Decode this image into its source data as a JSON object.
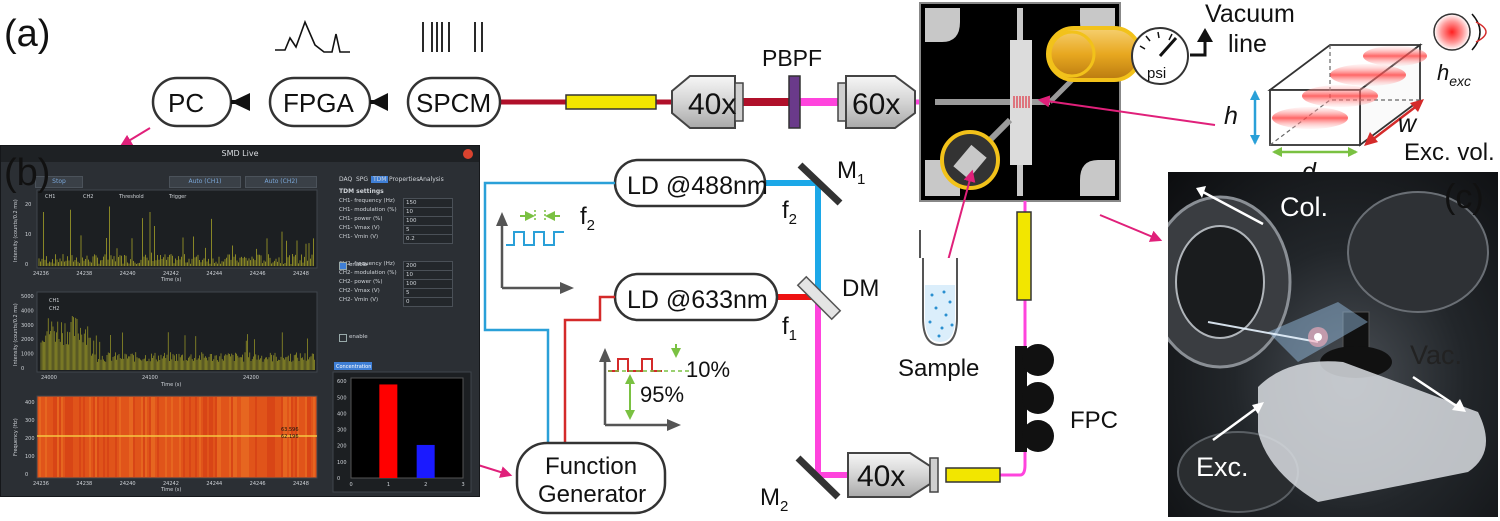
{
  "labels": {
    "panel_a": "(a)",
    "panel_b": "(b)",
    "panel_c": "(c)",
    "pc": "PC",
    "fpga": "FPGA",
    "spcm": "SPCM",
    "obj_40x_top": "40x",
    "pbpf": "PBPF",
    "obj_60x": "60x",
    "vacuum": "Vacuum",
    "line": "line",
    "psi": "psi",
    "h_exc": "h",
    "h_exc_sub": "exc",
    "h": "h",
    "d": "d",
    "w": "w",
    "exc_vol": "Exc. vol.",
    "ld488": "LD @488nm",
    "ld633": "LD @633nm",
    "m1": "M",
    "m1_sub": "1",
    "m2": "M",
    "m2_sub": "2",
    "f2_laser": "f",
    "f2_laser_sub": "2",
    "f1_laser": "f",
    "f1_laser_sub": "1",
    "f2_wave": "f",
    "f2_wave_sub": "2",
    "dm": "DM",
    "pct10": "10%",
    "pct95": "95%",
    "sample": "Sample",
    "fpc": "FPC",
    "function": "Function",
    "generator": "Generator",
    "obj_40x_bottom": "40x"
  },
  "photo": {
    "col": "Col.",
    "vac": "Vac.",
    "exc": "Exc."
  },
  "software": {
    "title": "SMD Live",
    "tabs": [
      "DAQ",
      "SPG",
      "TDM",
      "Properties",
      "Analysis"
    ],
    "buttons": [
      "Stop",
      "Auto (CH1)",
      "Auto (CH2)"
    ],
    "legend_top": [
      "CH1",
      "CH2",
      "Threshold",
      "Trigger"
    ],
    "legend_mid": [
      "CH1",
      "CH2"
    ],
    "settings_title": "TDM settings",
    "settings": [
      {
        "label": "CH1- frequency (Hz)",
        "value": "150"
      },
      {
        "label": "CH1- modulation (%)",
        "value": "10"
      },
      {
        "label": "CH1- power (%)",
        "value": "100"
      },
      {
        "label": "CH1- Vmax (V)",
        "value": "5"
      },
      {
        "label": "CH1- Vmin (V)",
        "value": "0.2"
      },
      {
        "label": "CH2- frequency (Hz)",
        "value": "200"
      },
      {
        "label": "CH2- modulation (%)",
        "value": "10"
      },
      {
        "label": "CH2- power (%)",
        "value": "100"
      },
      {
        "label": "CH2- Vmax (V)",
        "value": "5"
      },
      {
        "label": "CH2- Vmin (V)",
        "value": "0"
      }
    ],
    "enable": "enable",
    "conc_tab": "Concentration",
    "conc_y_ticks": [
      "600",
      "500",
      "400",
      "300",
      "200",
      "100",
      "0"
    ],
    "conc_x_ticks": [
      "0",
      "1",
      "2",
      "3"
    ],
    "top_x_ticks": [
      "24236",
      "24238",
      "24240",
      "24242",
      "24244",
      "24246",
      "24248"
    ],
    "top_y_ticks": [
      "20",
      "10",
      "0"
    ],
    "top_xlabel": "Time (s)",
    "top_ylabel": "Intensity (counts/0.2 ms)",
    "mid_x_ticks": [
      "24000",
      "24100",
      "24200"
    ],
    "mid_y_ticks": [
      "5000",
      "4000",
      "3000",
      "2000",
      "1000",
      "0"
    ],
    "mid_xlabel": "Time (s)",
    "mid_ylabel": "Intensity (counts/0.2 ms)",
    "spec_x_ticks": [
      "24236",
      "24238",
      "24240",
      "24242",
      "24244",
      "24246",
      "24248"
    ],
    "spec_y_ticks": [
      "400",
      "300",
      "200",
      "100",
      "0"
    ],
    "spec_xlabel": "Time (s)",
    "spec_ylabel": "Frequency (Hz)",
    "spec_marks": [
      "63.596",
      "62.196"
    ]
  },
  "chart_data": {
    "type": "bar",
    "title": "Concentration",
    "categories": [
      "1",
      "2"
    ],
    "values": [
      580,
      205
    ],
    "ylim": [
      0,
      620
    ],
    "xlim": [
      0,
      3
    ],
    "colors": [
      "#ff0000",
      "#1a1aff"
    ]
  },
  "colors": {
    "red_beam": "#b0102a",
    "pink_beam": "#ff44dd",
    "blue_beam": "#1ca8e8",
    "red_laser": "#ee1111",
    "cyan_wire": "#2aa0d8",
    "red_wire": "#d42a2a",
    "green_arrow": "#7ac142",
    "magenta_arrow": "#e0207a",
    "yellow_fiber": "#f2e600",
    "pbpf_filter": "#6a3a8a",
    "chip_ring": "#f2c21a"
  }
}
